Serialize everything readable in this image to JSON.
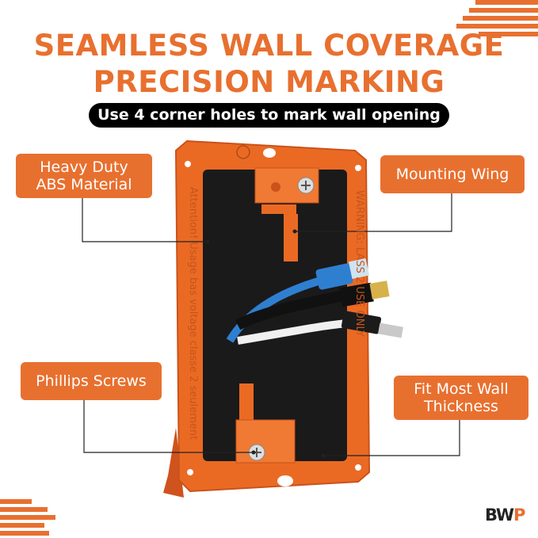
{
  "headline": {
    "line1": "SEAMLESS WALL COVERAGE",
    "line2": "PRECISION MARKING"
  },
  "subheadline": "Use 4 corner holes to mark wall opening",
  "callouts": {
    "heavy_duty": [
      "Heavy Duty",
      "ABS Material"
    ],
    "mounting_wing": "Mounting Wing",
    "phillips_screws": "Phillips Screws",
    "fit_wall": [
      "Fit Most Wall",
      "Thickness"
    ]
  },
  "bracket_text": {
    "left": "Attention! Usage bas voltage classe 2 seulement",
    "right": "WARNING: LASS 2 USE ONLY"
  },
  "logo": {
    "main": "BW",
    "accent": "P"
  },
  "colors": {
    "accent": "#e8702f",
    "pill": "#000000",
    "plate": "#1a1a1a"
  }
}
